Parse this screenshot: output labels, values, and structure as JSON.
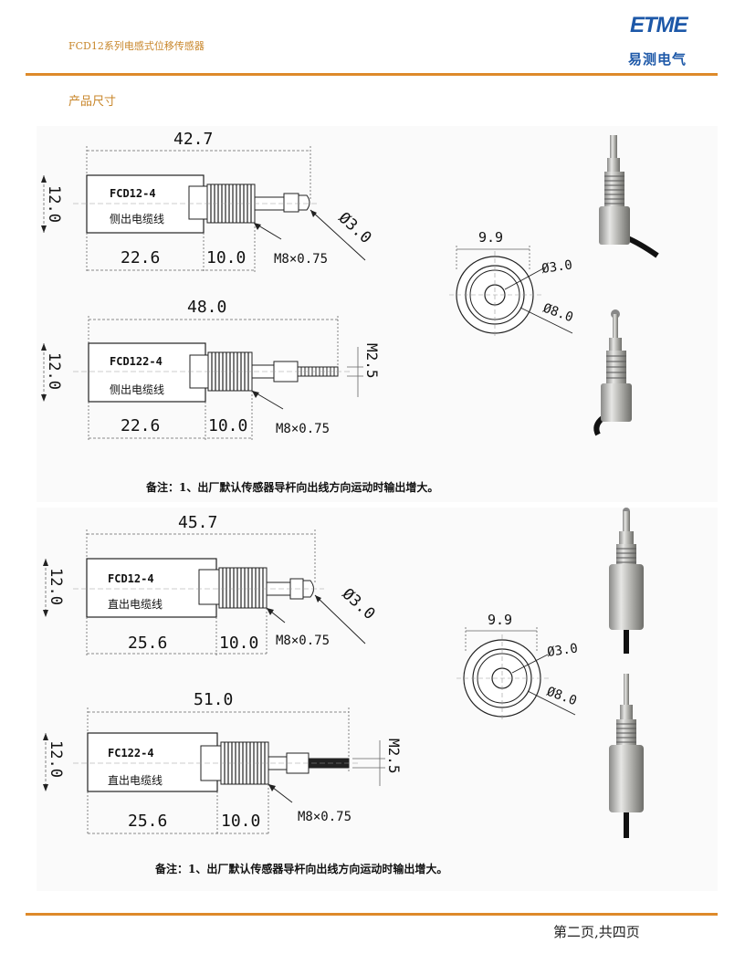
{
  "header": {
    "title": "FCD12系列电感式位移传感器",
    "logo_top": "ETME",
    "logo_bottom": "易测电气"
  },
  "section_heading": "产品尺寸",
  "side_outlet": {
    "drawing_a": {
      "model": "FCD12-4",
      "cable": "侧出电缆线",
      "length": "42.7",
      "height": "12.0",
      "body": "22.6",
      "thread_len": "10.0",
      "thread": "M8×0.75",
      "tip_dia": "Ø3.0"
    },
    "drawing_b": {
      "model": "FCD122-4",
      "cable": "侧出电缆线",
      "length": "48.0",
      "height": "12.0",
      "body": "22.6",
      "thread_len": "10.0",
      "thread": "M8×0.75",
      "rod": "M2.5"
    },
    "end_view": {
      "width": "9.9",
      "inner_dia": "Ø3.0",
      "outer_dia": "Ø8.0"
    },
    "note": "备注：1、出厂默认传感器导杆向出线方向运动时输出增大。"
  },
  "straight_outlet": {
    "drawing_a": {
      "model": "FCD12-4",
      "cable": "直出电缆线",
      "length": "45.7",
      "height": "12.0",
      "body": "25.6",
      "thread_len": "10.0",
      "thread": "M8×0.75",
      "tip_dia": "Ø3.0"
    },
    "drawing_b": {
      "model": "FC122-4",
      "cable": "直出电缆线",
      "length": "51.0",
      "height": "12.0",
      "body": "25.6",
      "thread_len": "10.0",
      "thread": "M8×0.75",
      "rod": "M2.5"
    },
    "end_view": {
      "width": "9.9",
      "inner_dia": "Ø3.0",
      "outer_dia": "Ø8.0"
    },
    "note": "备注：1、出厂默认传感器导杆向出线方向运动时输出增大。"
  },
  "footer": {
    "page": "第二页,共四页"
  }
}
